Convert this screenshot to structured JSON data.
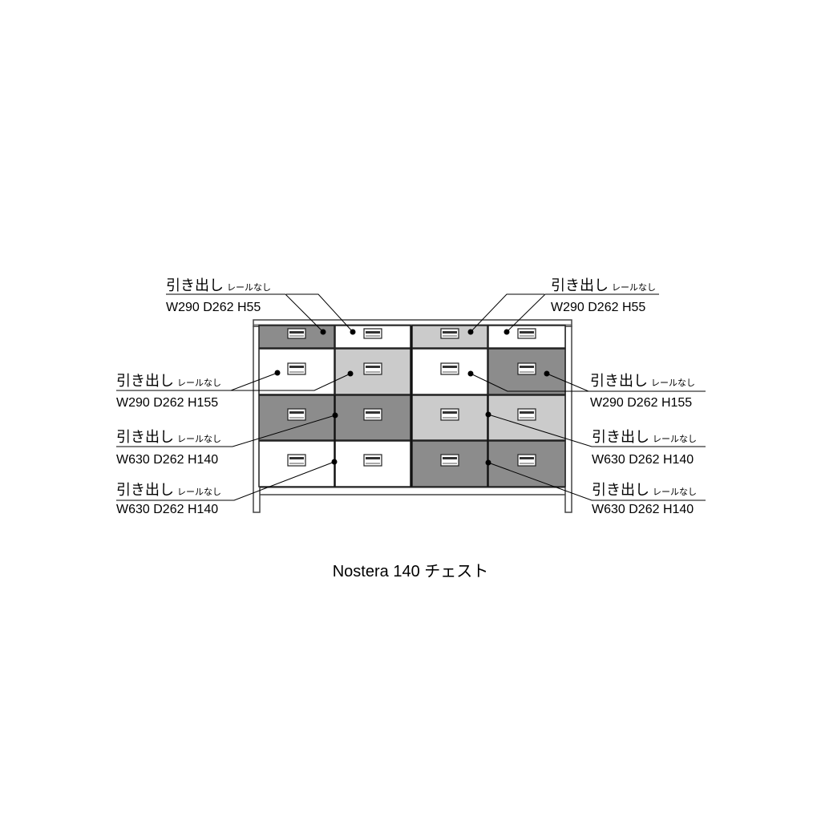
{
  "drawer_colors": {
    "dark": "#8c8c8c",
    "light": "#cbcbcb",
    "white": "#ffffff"
  },
  "callouts": [
    {
      "id": "top-left",
      "title": "引き出し",
      "sub": "レールなし",
      "dims": "W290 D262 H55"
    },
    {
      "id": "top-right",
      "title": "引き出し",
      "sub": "レールなし",
      "dims": "W290 D262 H55"
    },
    {
      "id": "row2-left",
      "title": "引き出し",
      "sub": "レールなし",
      "dims": "W290 D262 H155"
    },
    {
      "id": "row2-right",
      "title": "引き出し",
      "sub": "レールなし",
      "dims": "W290 D262 H155"
    },
    {
      "id": "row3-left",
      "title": "引き出し",
      "sub": "レールなし",
      "dims": "W630 D262 H140"
    },
    {
      "id": "row3-right",
      "title": "引き出し",
      "sub": "レールなし",
      "dims": "W630 D262 H140"
    },
    {
      "id": "row4-left",
      "title": "引き出し",
      "sub": "レールなし",
      "dims": "W630 D262 H140"
    },
    {
      "id": "row4-right",
      "title": "引き出し",
      "sub": "レールなし",
      "dims": "W630 D262 H140"
    }
  ],
  "caption": "Nostera 140 チェスト"
}
